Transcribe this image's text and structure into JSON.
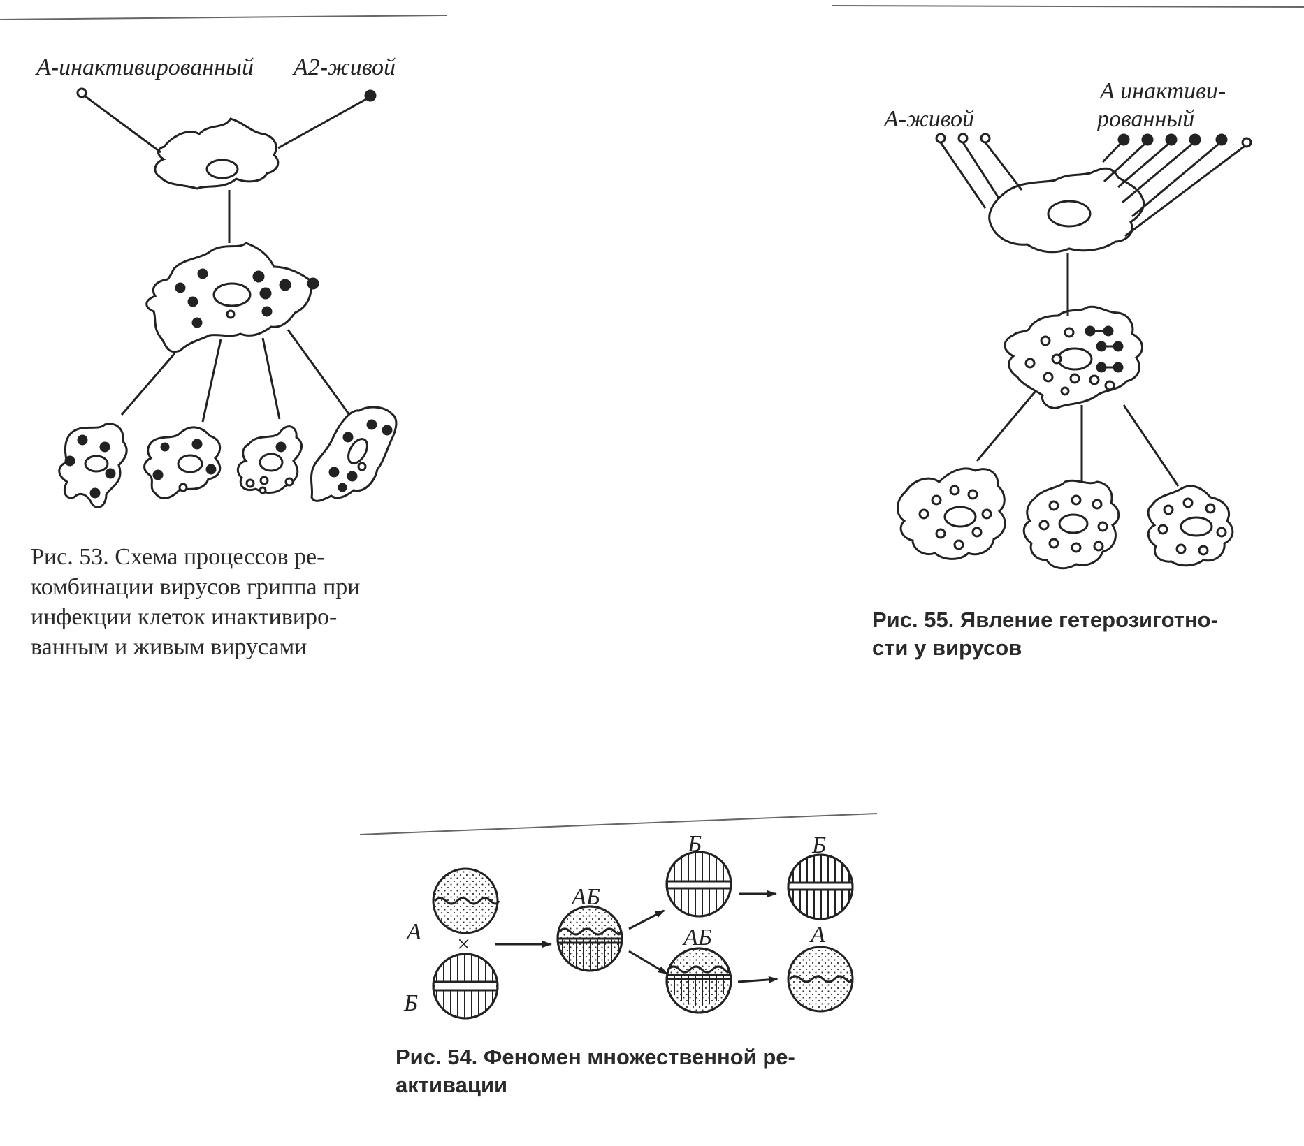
{
  "fig53": {
    "label_left": "А-инактивированный",
    "label_right": "А2-живой",
    "caption_lines": [
      "Рис. 53. Схема процессов ре-",
      "комбинации вирусов гриппа при",
      "инфекции клеток инактивиро-",
      "ванным и живым вирусами"
    ]
  },
  "fig55": {
    "label_live": "А-живой",
    "label_inactivated_line1": "А инактиви-",
    "label_inactivated_line2": "рованный",
    "caption_lines": [
      "Рис. 55. Явление гетерозиготно-",
      "сти у вирусов"
    ]
  },
  "fig54": {
    "label_a": "А",
    "label_b": "Б",
    "cross": "×",
    "label_ab": "АБ",
    "label_b_top": "Б",
    "label_ab_bottom": "АБ",
    "label_b_final": "Б",
    "label_a_final": "А",
    "caption_lines": [
      "Рис. 54. Феномен множественной ре-",
      "активации"
    ]
  }
}
